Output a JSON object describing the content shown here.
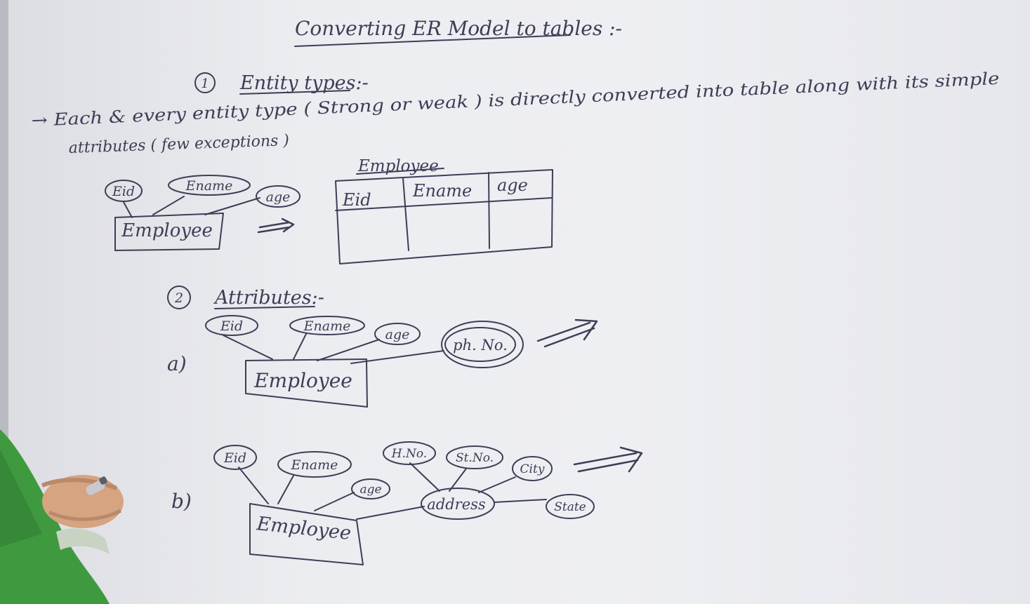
{
  "title": "Converting ER Model to tables :-",
  "section1": {
    "number": "1",
    "heading": "Entity types:-",
    "line1": "→ Each & every entity type ( Strong or weak ) is directly converted into table along with its simple",
    "line2": "attributes ( few exceptions )",
    "diagram": {
      "entity": "Employee",
      "attributes": [
        "Eid",
        "Ename",
        "age"
      ]
    },
    "table": {
      "name": "Employee",
      "columns": [
        "Eid",
        "Ename",
        "age"
      ]
    }
  },
  "section2": {
    "number": "2",
    "heading": "Attributes:-",
    "a": {
      "label": "a)",
      "entity": "Employee",
      "attributes": [
        "Eid",
        "Ename",
        "age"
      ],
      "multivalued_attribute": "ph. No."
    },
    "b": {
      "label": "b)",
      "entity": "Employee",
      "attributes": [
        "Eid",
        "Ename",
        "age"
      ],
      "composite_attribute": "address",
      "sub_attributes": [
        "H.No.",
        "St.No.",
        "City",
        "State"
      ]
    }
  }
}
